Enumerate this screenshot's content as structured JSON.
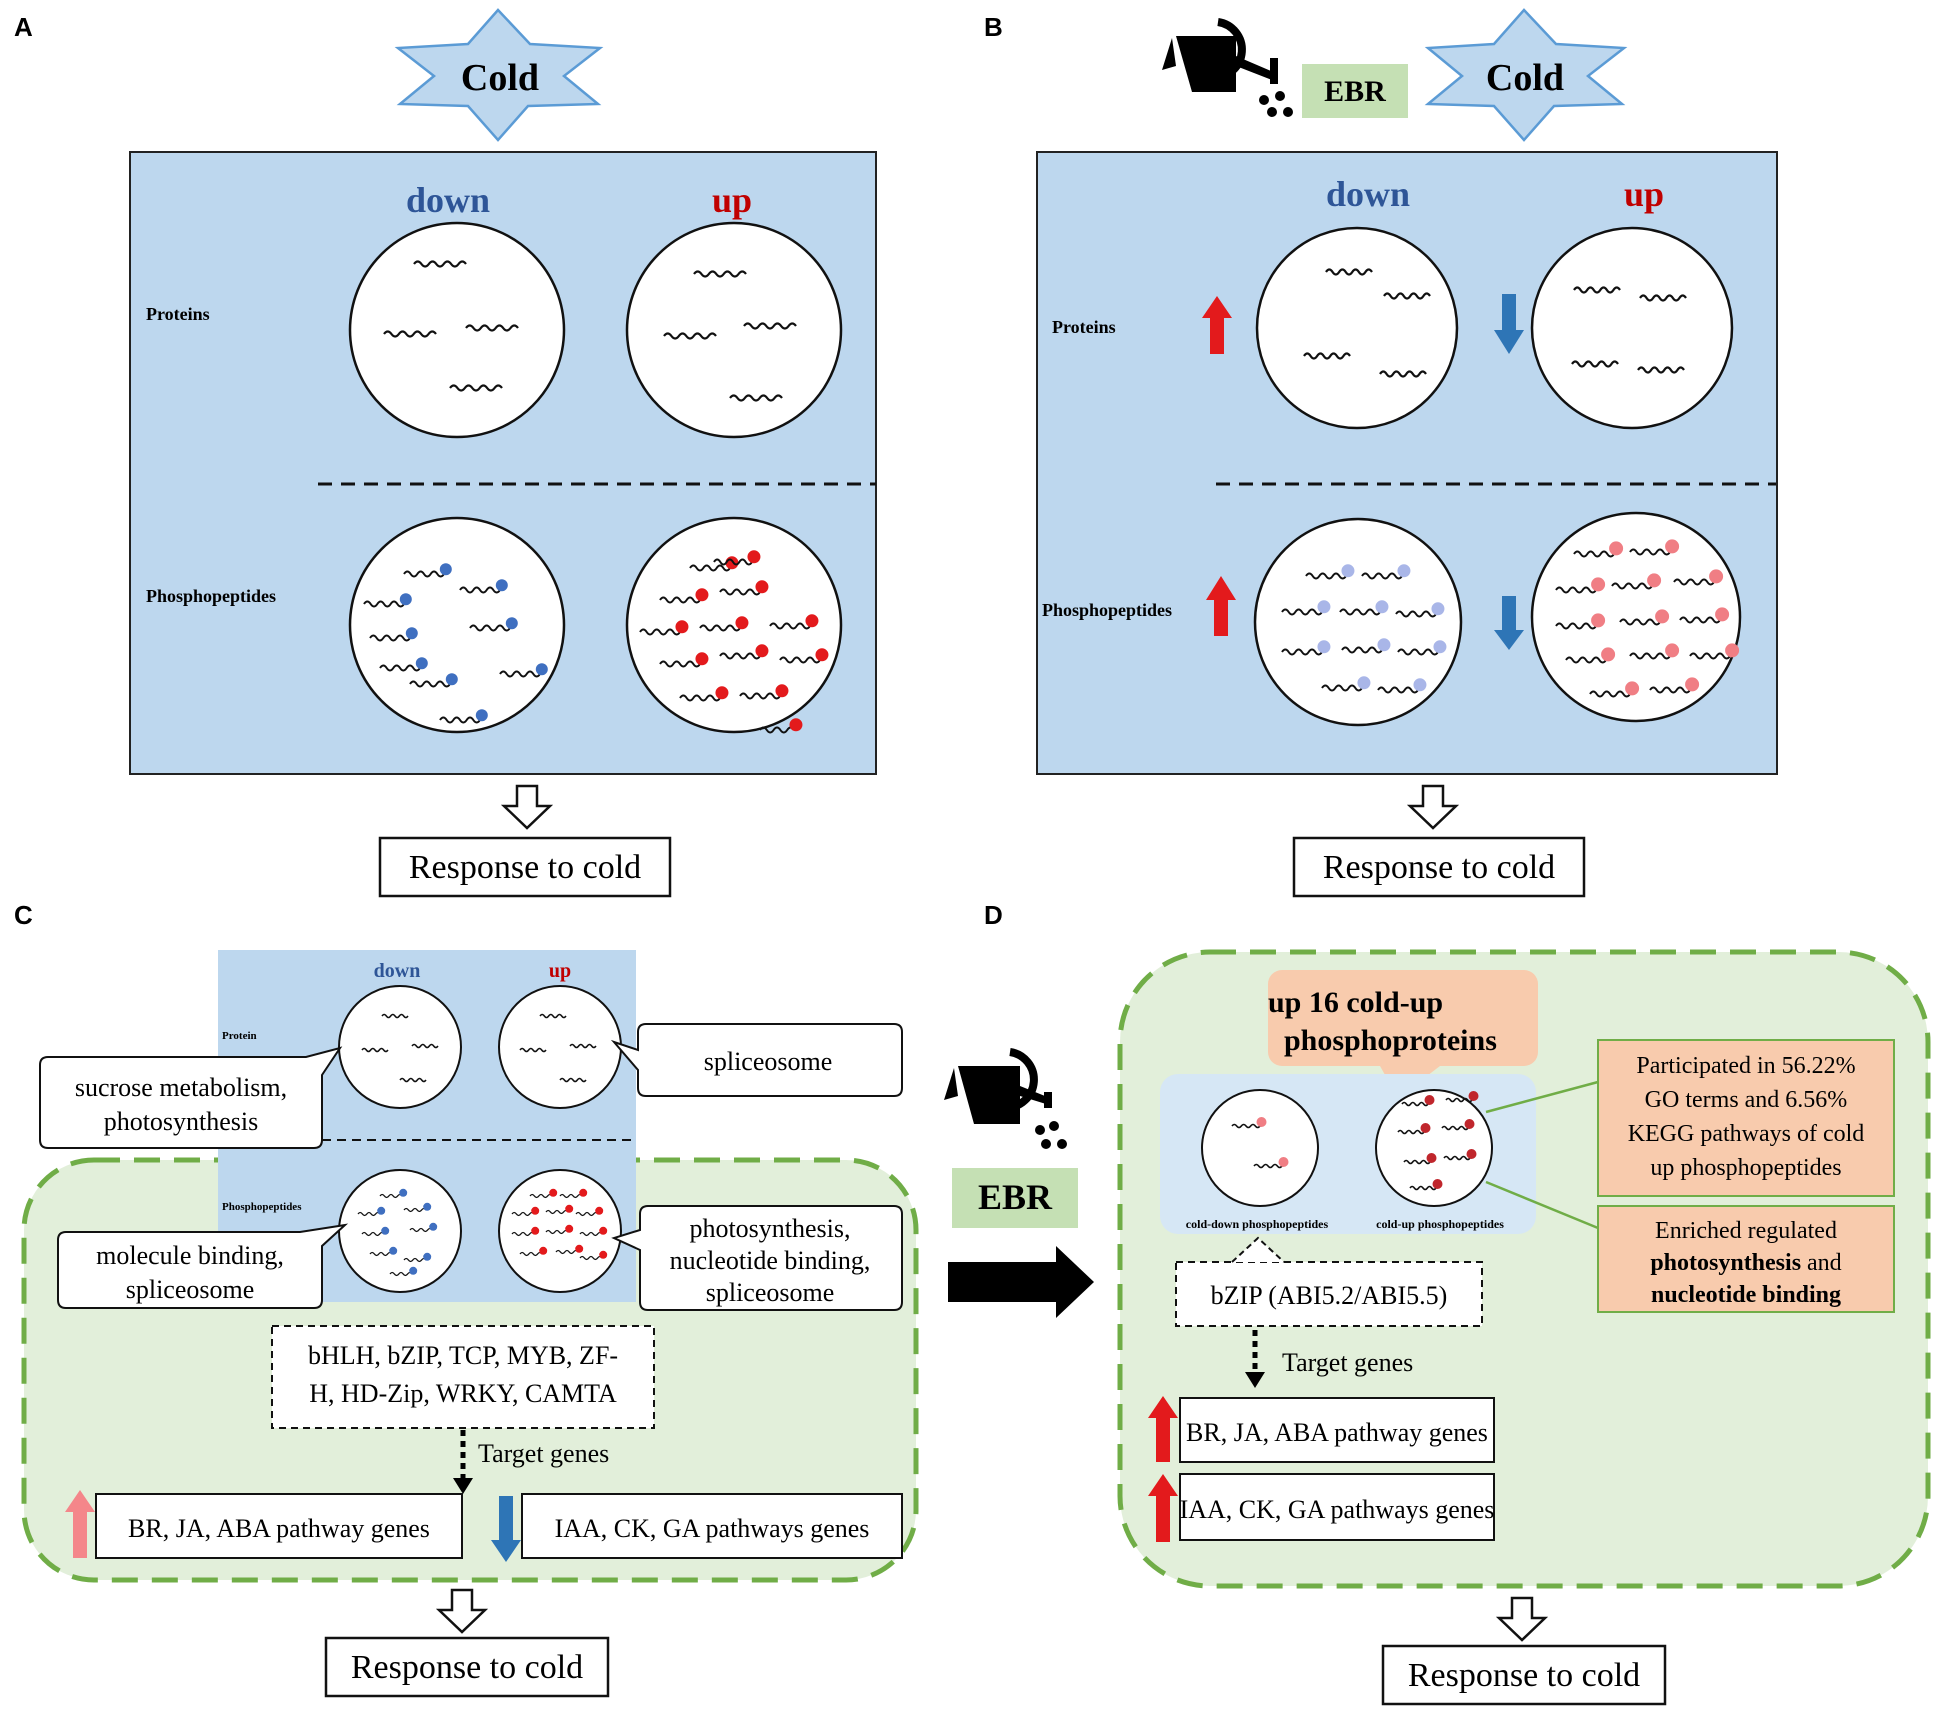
{
  "panels": {
    "a": {
      "letter": "A",
      "cold": "Cold",
      "down": "down",
      "up": "up",
      "proteins": "Proteins",
      "phosphopeptides": "Phosphopeptides",
      "response": "Response to cold"
    },
    "b": {
      "letter": "B",
      "ebr": "EBR",
      "cold": "Cold",
      "down": "down",
      "up": "up",
      "proteins": "Proteins",
      "phosphopeptides": "Phosphopeptides",
      "response": "Response to cold"
    },
    "c": {
      "letter": "C",
      "down": "down",
      "up": "up",
      "protein": "Protein",
      "phosphopeptides": "Phosphopeptides",
      "callout_sucrose": [
        "sucrose metabolism,",
        "photosynthesis"
      ],
      "callout_spliceosome": "spliceosome",
      "callout_molecule": [
        "molecule binding,",
        "spliceosome"
      ],
      "callout_photosynthesis": [
        "photosynthesis,",
        "nucleotide binding,",
        "spliceosome"
      ],
      "tf_box": [
        "bHLH, bZIP, TCP, MYB, ZF-",
        "H, HD-Zip, WRKY, CAMTA"
      ],
      "target_genes": "Target genes",
      "gene_up": "BR, JA, ABA pathway genes",
      "gene_down": "IAA, CK, GA pathways genes",
      "response": "Response to cold"
    },
    "d": {
      "letter": "D",
      "ebr": "EBR",
      "title": [
        "up 16 cold-up",
        "phosphoproteins"
      ],
      "participated": [
        "Participated in 56.22%",
        "GO terms and 6.56%",
        "KEGG pathways of cold",
        "up phosphopeptides"
      ],
      "enriched": [
        "Enriched regulated",
        "photosynthesis",
        " and",
        "nucleotide binding"
      ],
      "cold_down_label": "cold-down phosphopeptides",
      "cold_up_label": "cold-up phosphopeptides",
      "bzip": "bZIP (ABI5.2/ABI5.5)",
      "target_genes": "Target genes",
      "gene1": "BR, JA, ABA pathway genes",
      "gene2": "IAA, CK, GA pathways genes",
      "response": "Response to cold"
    }
  },
  "colors": {
    "panel_blue": "#bdd7ee",
    "light_blue": "#d6e7f5",
    "green_fill": "#e2efda",
    "green_dash": "#70ad47",
    "down_text": "#2e5597",
    "up_text": "#c00000",
    "up_arrow": "#e31a1c",
    "down_arrow": "#2e75b6",
    "phospho_blue": "#3f6fc0",
    "phospho_red": "#e31a1c",
    "phospho_lavender": "#a9b6e8",
    "phospho_pink": "#f07e84",
    "salmon": "#f8cbad",
    "ebr_green": "#c5e0b4",
    "star_fill": "#bdd7ee",
    "star_stroke": "#5b9bd5",
    "pale_arrow_up": "#f4868a"
  }
}
